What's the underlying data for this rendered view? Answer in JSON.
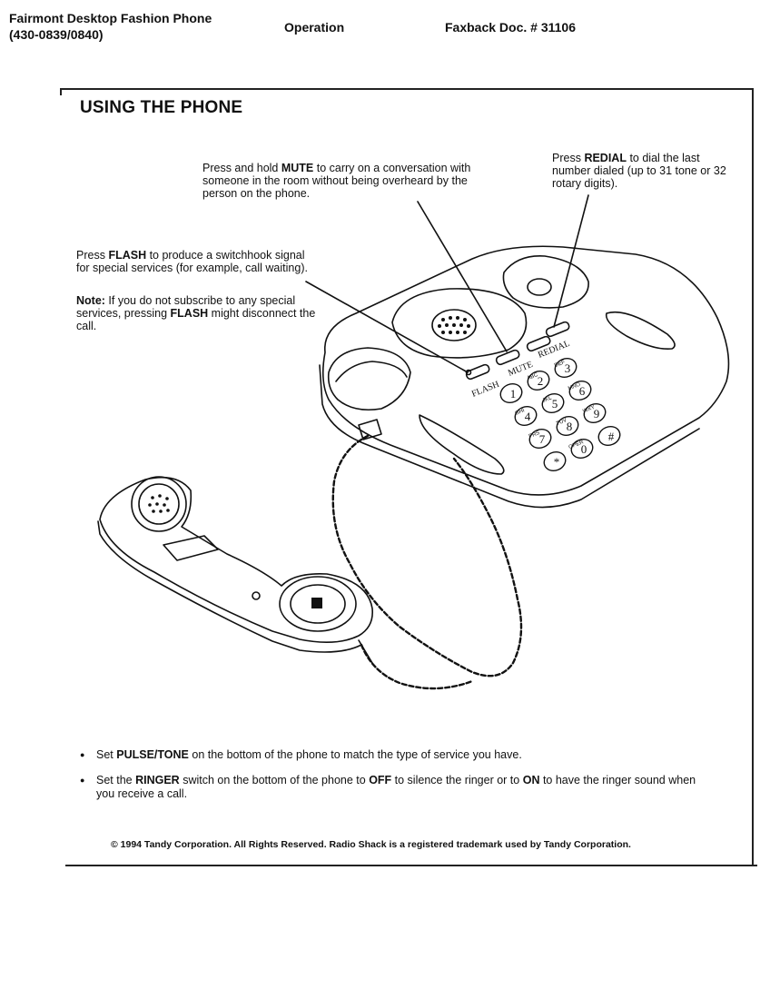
{
  "header": {
    "product_line1": "Fairmont Desktop Fashion Phone",
    "product_line2": "(430-0839/0840)",
    "section": "Operation",
    "doc_number": "Faxback Doc. # 31106"
  },
  "title": "USING THE PHONE",
  "callouts": {
    "mute": {
      "pre": "Press and hold ",
      "key": "MUTE",
      "post": " to carry on a conversation with someone in the room without being overheard by the person on the phone."
    },
    "redial": {
      "pre": "Press ",
      "key": "REDIAL",
      "post": " to dial the last number dialed (up to 31 tone or 32 rotary digits)."
    },
    "flash": {
      "pre": "Press ",
      "key": "FLASH",
      "post": " to produce a switchhook signal for special services (for example, call waiting)."
    },
    "note": {
      "label": "Note:",
      "pre": " If you do not subscribe to any special services, pressing ",
      "key": "FLASH",
      "post": " might disconnect the call."
    }
  },
  "phone_labels": {
    "flash": "FLASH",
    "mute": "MUTE",
    "redial": "REDIAL",
    "keys": [
      {
        "digit": "1",
        "letters": ""
      },
      {
        "digit": "2",
        "letters": "ABC"
      },
      {
        "digit": "3",
        "letters": "DEF"
      },
      {
        "digit": "4",
        "letters": "GHI"
      },
      {
        "digit": "5",
        "letters": "JKL"
      },
      {
        "digit": "6",
        "letters": "MNO"
      },
      {
        "digit": "7",
        "letters": "PRS"
      },
      {
        "digit": "8",
        "letters": "TUV"
      },
      {
        "digit": "9",
        "letters": "WXY"
      },
      {
        "digit": "*",
        "letters": ""
      },
      {
        "digit": "0",
        "letters": "OPER"
      },
      {
        "digit": "#",
        "letters": ""
      }
    ]
  },
  "bullets": [
    {
      "pre": "Set ",
      "key": "PULSE/TONE",
      "post": " on the bottom of the phone to match the type of service you have."
    },
    {
      "pre": "Set the ",
      "key": "RINGER",
      "mid": " switch on the bottom of the phone to ",
      "key2": "OFF",
      "mid2": " to silence the ringer or to ",
      "key3": "ON",
      "post": " to have the ringer sound when you receive a call."
    }
  ],
  "footer": "© 1994 Tandy Corporation. All Rights Reserved. Radio Shack is a registered trademark used by Tandy Corporation."
}
